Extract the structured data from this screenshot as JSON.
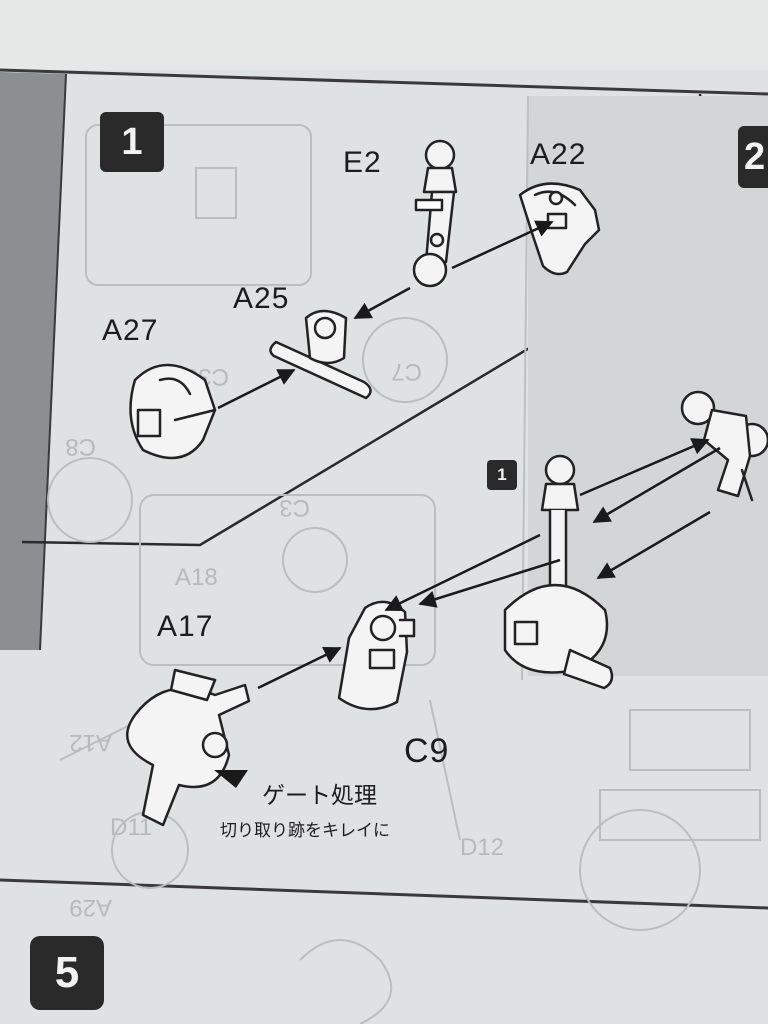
{
  "steps": {
    "step1": "1",
    "step2_partial": "2",
    "sub1": "1",
    "step5": "5"
  },
  "parts": {
    "e2": "E2",
    "a22": "A22",
    "a25": "A25",
    "a27": "A27",
    "a17": "A17",
    "c9": "C9"
  },
  "notes": {
    "gate_title": "ゲート処理",
    "gate_detail": "切り取り跡をキレイに"
  }
}
